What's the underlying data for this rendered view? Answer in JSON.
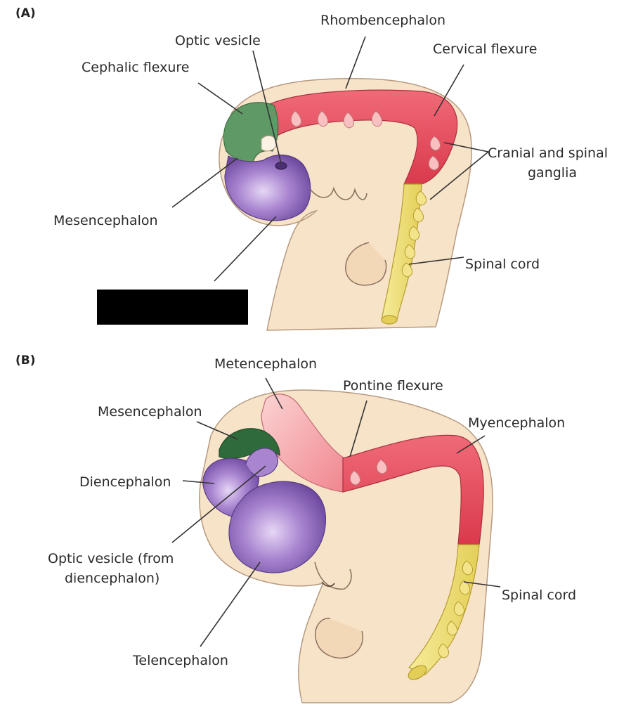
{
  "panel_a": {
    "tag": "(A)",
    "labels": {
      "rhombencephalon": "Rhombencephalon",
      "optic_vesicle": "Optic vesicle",
      "cervical_flexure": "Cervical flexure",
      "cephalic_flexure": "Cephalic flexure",
      "cranial_spinal_ganglia_1": "Cranial and spinal",
      "cranial_spinal_ganglia_2": "ganglia",
      "mesencephalon": "Mesencephalon",
      "spinal_cord": "Spinal cord"
    }
  },
  "panel_b": {
    "tag": "(B)",
    "labels": {
      "metencephalon": "Metencephalon",
      "pontine_flexure": "Pontine flexure",
      "mesencephalon": "Mesencephalon",
      "myencephalon": "Myencephalon",
      "diencephalon": "Diencephalon",
      "optic_vesicle_1": "Optic vesicle (from",
      "optic_vesicle_2": "diencephalon)",
      "spinal_cord": "Spinal cord",
      "telencephalon": "Telencephalon"
    }
  },
  "colors": {
    "embryo_skin": "#f7e3c8",
    "embryo_outline": "#b69a80",
    "rhombencephalon_red": "#e8485a",
    "metencephalon_pink": "#f29aa0",
    "mesencephalon_green": "#5f9a66",
    "mesencephalon_dark_green": "#2f6b3a",
    "prosencephalon_purple": "#8a62b8",
    "spinal_cord_yellow": "#efe07a",
    "ganglia_pink": "#f8c0c0",
    "redaction_black": "#000000"
  }
}
